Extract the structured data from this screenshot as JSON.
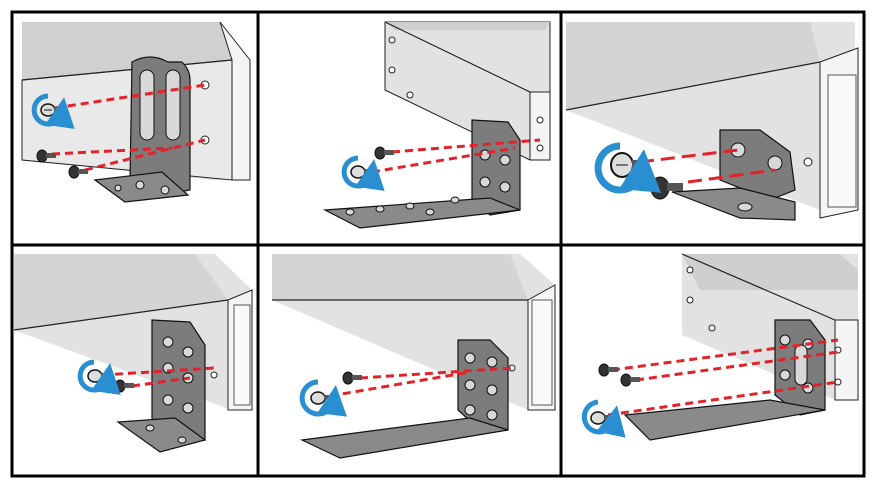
{
  "figure": {
    "panels": [
      {
        "id": 1,
        "bracket": "slotted-ear",
        "screws": 3,
        "holes_used": 2
      },
      {
        "id": 2,
        "bracket": "front-l-bracket",
        "screws": 2,
        "holes_used": 2
      },
      {
        "id": 3,
        "bracket": "short-rear-bracket",
        "screws": 2,
        "holes_used": 2
      },
      {
        "id": 4,
        "bracket": "rear-l-bracket",
        "screws": 2,
        "holes_used": 2
      },
      {
        "id": 5,
        "bracket": "long-rear-bracket",
        "screws": 2,
        "holes_used": 2
      },
      {
        "id": 6,
        "bracket": "tall-ear-bracket",
        "screws": 3,
        "holes_used": 3
      }
    ],
    "colors": {
      "chassis_top": "#d6d6d6",
      "chassis_side": "#ececec",
      "bracket": "#7c7c7c",
      "guide_line": "#e1242b",
      "rotation_arrow": "#2a8fd0",
      "frame": "#000000"
    },
    "icons": [
      "clockwise-rotation-arrow-icon",
      "screw-icon",
      "alignment-guide-line"
    ]
  }
}
